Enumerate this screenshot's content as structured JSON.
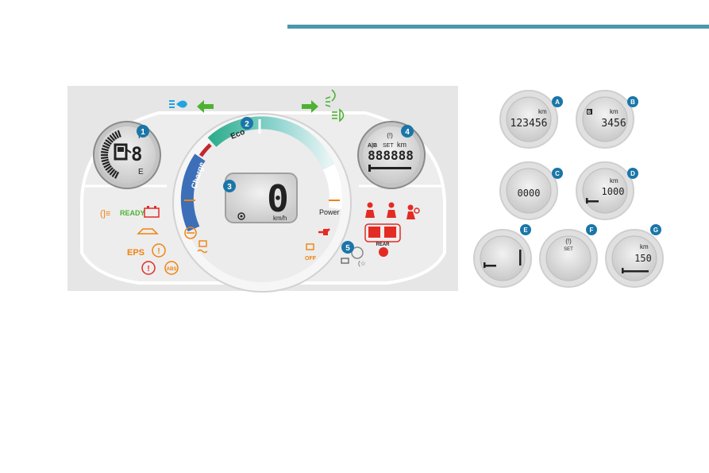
{
  "header": {
    "bar_color": "#4b98ad"
  },
  "cluster": {
    "callouts": [
      "1",
      "2",
      "3",
      "4",
      "5"
    ],
    "fuel": {
      "full_label": "F",
      "empty_label": "E"
    },
    "gauge": {
      "eco_label": "Eco",
      "charge_label": "Charge",
      "power_label": "Power"
    },
    "speed": {
      "value": "0",
      "unit": "km/h"
    },
    "odometer": {
      "ab_label": "A|B",
      "set_label": "SET",
      "unit": "km",
      "digits": "888888"
    },
    "left_warnings": {
      "ready_label": "READY",
      "eps_label": "EPS"
    },
    "right_warnings": {
      "rear_label": "REAR",
      "off_label": "OFF"
    }
  },
  "displays": [
    {
      "badge": "A",
      "unit": "km",
      "value": "123456"
    },
    {
      "badge": "B",
      "ab": "B",
      "unit": "km",
      "value": "3456"
    },
    {
      "badge": "C",
      "value": "0000"
    },
    {
      "badge": "D",
      "unit": "km",
      "value": "1000"
    },
    {
      "badge": "E"
    },
    {
      "badge": "F",
      "set_label": "SET"
    },
    {
      "badge": "G",
      "unit": "km",
      "value": "150"
    }
  ],
  "colors": {
    "badge": "#1a76a8",
    "panel_bg": "#e6e6e6",
    "warning_orange": "#f0830f",
    "warning_red": "#e32b24",
    "indicator_green": "#4db233",
    "indicator_blue": "#23a3e0",
    "charge_blue": "#3c6fb8",
    "eco_teal": "#3ab59a"
  }
}
